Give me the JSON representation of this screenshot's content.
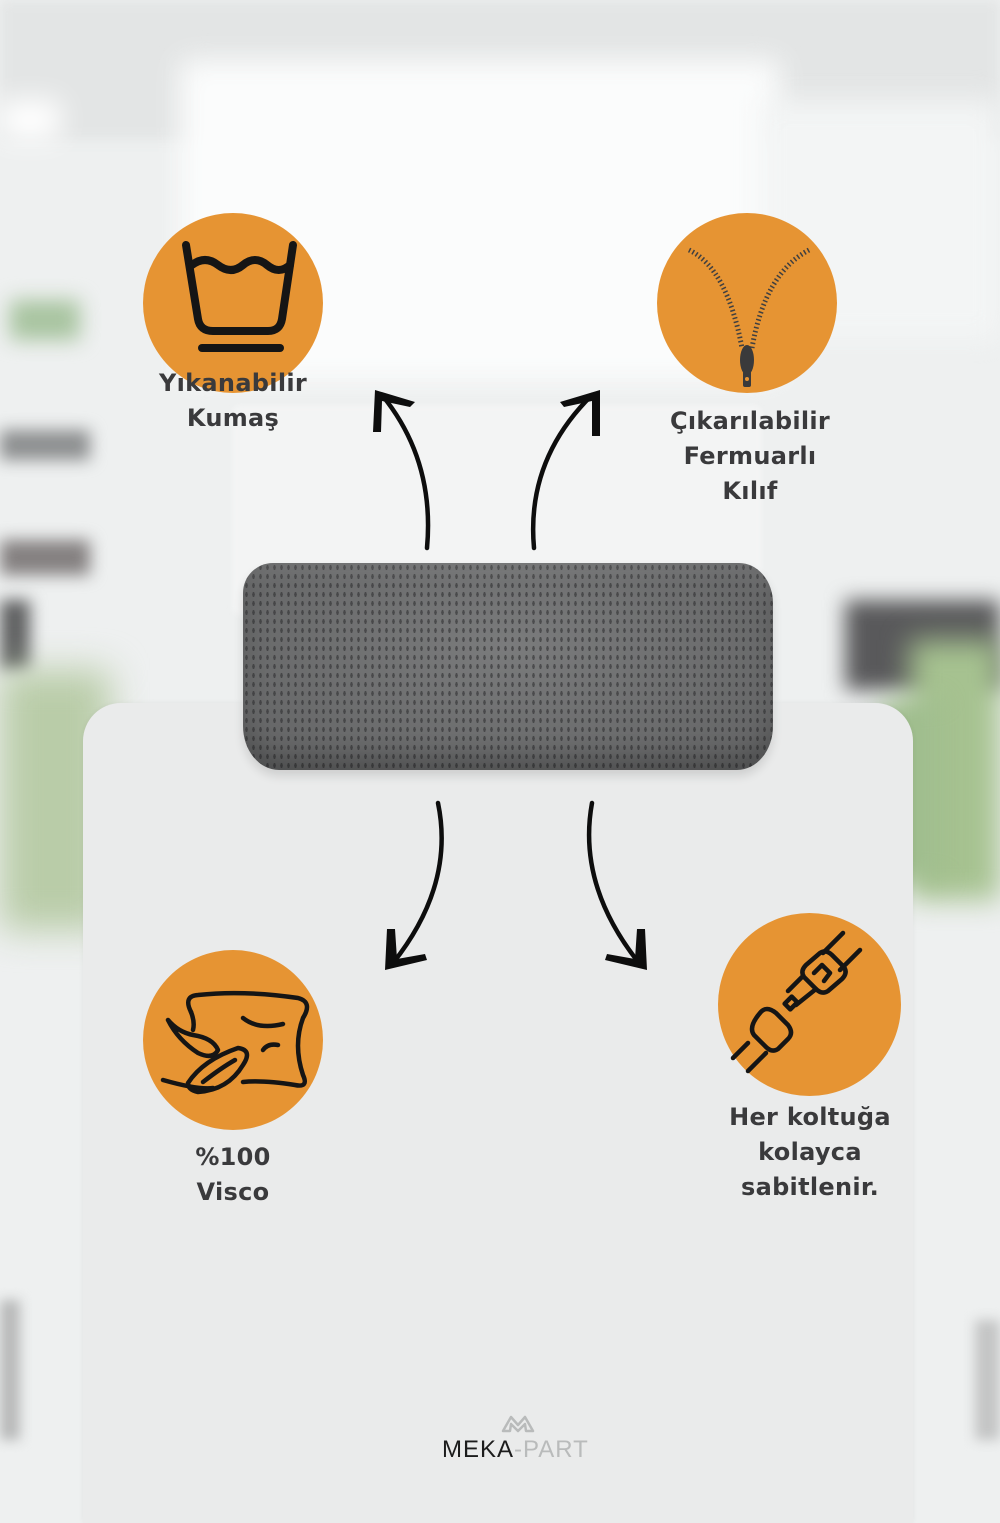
{
  "colors": {
    "accent_orange": "#e69433",
    "text_dark": "#3a3a3c",
    "icon_stroke": "#151515",
    "pillow_gray": "#6f7071",
    "background": "#eef0f0"
  },
  "product": {
    "name": "headrest-pillow",
    "image_alt": "Gray mesh headrest pillow on white office chair"
  },
  "features": [
    {
      "icon": "wash-basin-icon",
      "label_lines": [
        "Yıkanabilir",
        "Kumaş"
      ]
    },
    {
      "icon": "zipper-icon",
      "label_lines": [
        "Çıkarılabilir",
        "Fermuarlı",
        "Kılıf"
      ]
    },
    {
      "icon": "pillow-feather-icon",
      "label_lines": [
        "%100",
        "Visco"
      ]
    },
    {
      "icon": "seatbelt-buckle-icon",
      "label_lines": [
        "Her koltuğa",
        "kolayca",
        "sabitlenir."
      ]
    }
  ],
  "brand": {
    "logo_icon": "mountain-m-logo-icon",
    "name_dark": "MEKA",
    "name_light": "-PART"
  }
}
